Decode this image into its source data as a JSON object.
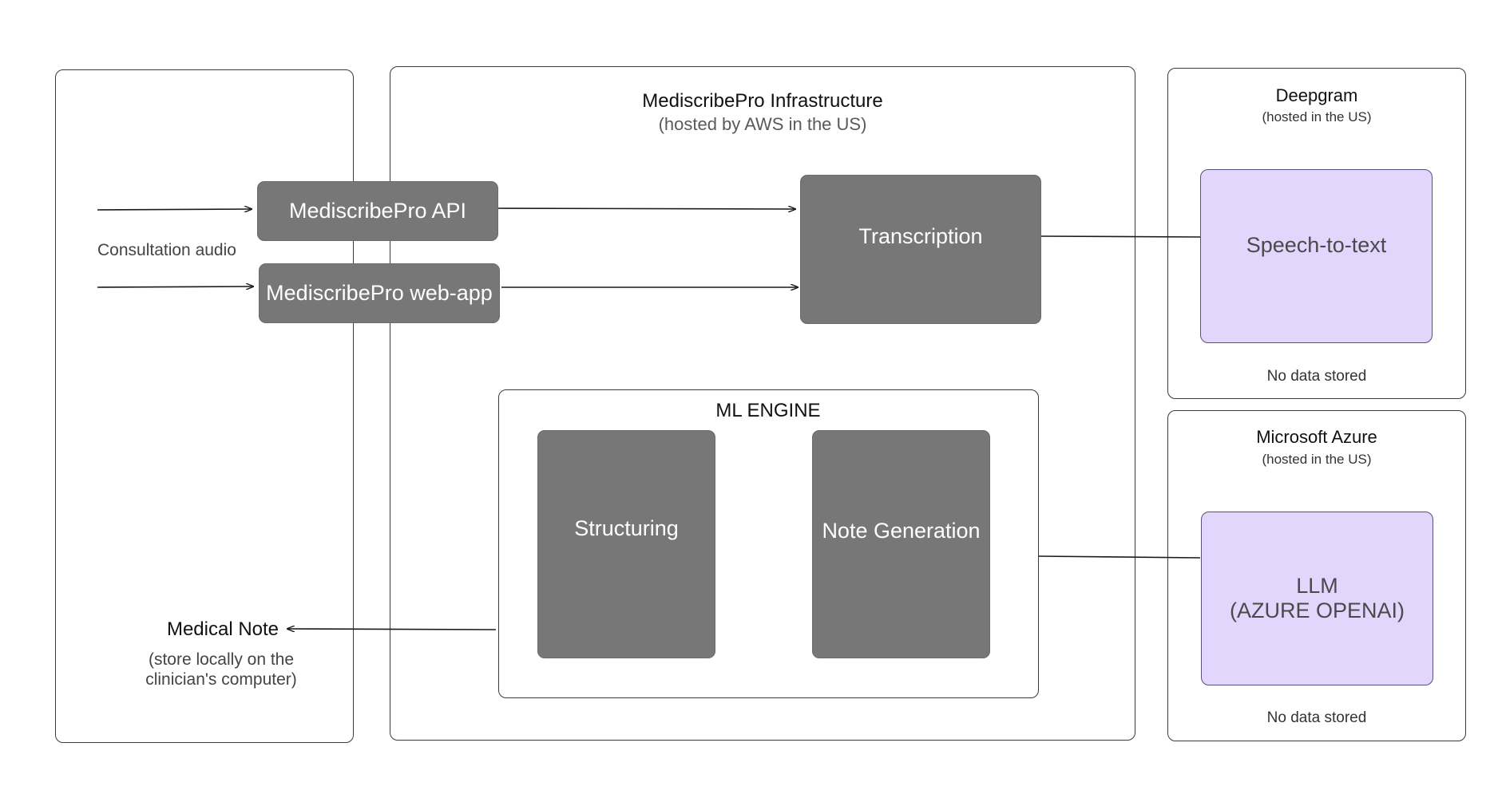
{
  "client": {
    "input_label": "Consultation audio",
    "output_title": "Medical Note",
    "output_note": "(store locally on the clinician's computer)"
  },
  "infrastructure": {
    "title": "MediscribePro Infrastructure",
    "subtitle": "(hosted by AWS in the US)",
    "api": "MediscribePro API",
    "webapp": "MediscribePro web-app",
    "transcription": "Transcription",
    "ml_engine": {
      "title": "ML ENGINE",
      "structuring": "Structuring",
      "note_generation": "Note Generation"
    }
  },
  "deepgram": {
    "title": "Deepgram",
    "subtitle": "(hosted in the US)",
    "service": "Speech-to-text",
    "storage": "No data stored"
  },
  "azure": {
    "title": "Microsoft Azure",
    "subtitle": "(hosted in the US)",
    "service": "LLM\n(AZURE OPENAI)",
    "storage": "No data stored"
  },
  "colors": {
    "service_box": "#777777",
    "external_service": "#e2d6fc",
    "border": "#3a3a3a"
  }
}
